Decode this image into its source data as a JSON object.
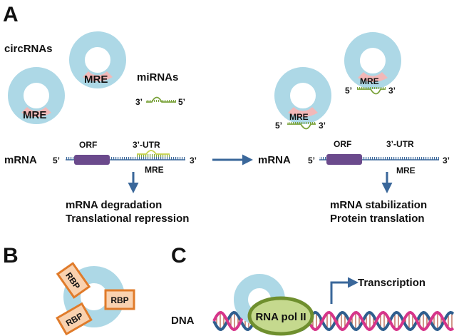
{
  "panels": {
    "A": {
      "label": "A",
      "circrnas_label": "circRNAs",
      "mirnas_label": "miRNAs",
      "mre_label": "MRE",
      "mirna_3": "3’",
      "mirna_5": "5’",
      "left": {
        "mrna_label": "mRNA",
        "five_prime": "5’",
        "three_prime": "3’",
        "orf_label": "ORF",
        "utr_label": "3’-UTR",
        "mre_label": "MRE",
        "outcome_line1": "mRNA degradation",
        "outcome_line2": "Translational repression"
      },
      "right": {
        "mrna_label": "mRNA",
        "five_prime": "5’",
        "three_prime": "3’",
        "orf_label": "ORF",
        "utr_label": "3’-UTR",
        "mre_label": "MRE",
        "bound_5": "5’",
        "bound_3": "3’",
        "outcome_line1": "mRNA stabilization",
        "outcome_line2": "Protein translation"
      }
    },
    "B": {
      "label": "B",
      "rbp_label": "RBP"
    },
    "C": {
      "label": "C",
      "dna_label": "DNA",
      "polymerase_label": "RNA pol II",
      "transcription_label": "Transcription"
    }
  },
  "colors": {
    "circ_ring": "#add8e6",
    "mre": "#f2b8b8",
    "orf": "#6b4a8c",
    "mirna": "#7aa23a",
    "arrow": "#3a679a",
    "rbp_border": "#e07b2a",
    "rbp_fill": "#f9d2b0",
    "pol_fill": "#c5d98e",
    "pol_border": "#6f8f2e"
  }
}
